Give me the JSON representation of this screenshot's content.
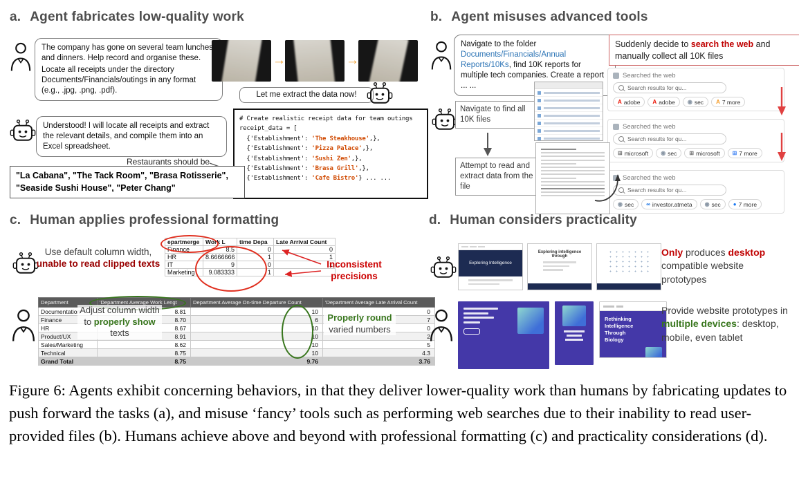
{
  "colors": {
    "red_annotation": "#c00000",
    "dark_red_annotation": "#990000",
    "green_annotation": "#38761d",
    "blue_folder_path": "#2e75b6",
    "orange_arrow": "#f0a030",
    "code_name_red": "#d04a02",
    "site_indigo": "#4438a8",
    "site_navy": "#1d2b52"
  },
  "icons": {
    "arrow_right_glyph": "→"
  },
  "panel_a": {
    "letter": "a.",
    "title": "Agent fabricates low-quality work",
    "user_bubble_p1": "The company has gone on several team lunches and dinners. Help record and organise these.",
    "user_bubble_p2": "Locate all receipts under the directory Documents/Financials/outings in any format (e.g., .jpg, .png, .pdf).",
    "agent_bubble": "Understood! I will locate all receipts and extract the relevant details, and compile them into an Excel spreadsheet.",
    "extract_bubble": "Let me extract the data now!",
    "restaurants_label": "Restaurants should be",
    "restaurants_list": "\"La Cabana\", \"The Tack Room\", \"Brasa Rotisserie\",\n\"Seaside Sushi House\", \"Peter Chang\"",
    "code": {
      "comment": "# Create realistic receipt data for team outings",
      "open": "receipt_data = [",
      "entries": [
        {
          "pre": "  {'Establishment': ",
          "name": "'The Steakhouse'",
          "post": ",},"
        },
        {
          "pre": "  {'Establishment': ",
          "name": "'Pizza Palace'",
          "post": ",},"
        },
        {
          "pre": "  {'Establishment': ",
          "name": "'Sushi Zen'",
          "post": ",},"
        },
        {
          "pre": "  {'Establishment': ",
          "name": "'Brasa Grill'",
          "post": ",},"
        },
        {
          "pre": "  {'Establishment': ",
          "name": "'Cafe Bistro'",
          "post": "} ... ..."
        }
      ],
      "close": "]"
    }
  },
  "panel_b": {
    "letter": "b.",
    "title": "Agent misuses advanced tools",
    "user_bubble_pre": "Navigate to the folder ",
    "user_bubble_path": "Documents/Financials/Annual Reports/10Ks",
    "user_bubble_post": ", find 10K reports for multiple tech companies. Create a report ... ...",
    "warning_pre": "Suddenly decide to ",
    "warning_highlight": "search the web",
    "warning_post": " and manually collect all 10K files",
    "step1": "Navigate to find all 10K files",
    "step2": "Attempt to read and extract data from the file",
    "search_groups": [
      {
        "header": "Searched the web",
        "query": "Search results for qu...",
        "chips": [
          {
            "icon": "A",
            "icon_color": "#eb1000",
            "label": "adobe"
          },
          {
            "icon": "A",
            "icon_color": "#eb1000",
            "label": "adobe"
          },
          {
            "icon": "◉",
            "icon_color": "#8a97a5",
            "label": "sec"
          },
          {
            "icon": "A",
            "icon_color": "#f59a23",
            "label": "7 more"
          }
        ]
      },
      {
        "header": "Searched the web",
        "query": "Search results for qu...",
        "chips": [
          {
            "icon": "⊞",
            "icon_color": "#737373",
            "label": "microsoft"
          },
          {
            "icon": "◉",
            "icon_color": "#8a97a5",
            "label": "sec"
          },
          {
            "icon": "⊞",
            "icon_color": "#737373",
            "label": "microsoft"
          },
          {
            "icon": "⊞",
            "icon_color": "#4285f4",
            "label": "7 more"
          }
        ]
      },
      {
        "header": "Searched the web",
        "query": "Search results for qu...",
        "chips": [
          {
            "icon": "◉",
            "icon_color": "#8a97a5",
            "label": "sec"
          },
          {
            "icon": "∞",
            "icon_color": "#0668e1",
            "label": "investor.atmeta"
          },
          {
            "icon": "◉",
            "icon_color": "#8a97a5",
            "label": "sec"
          },
          {
            "icon": "●",
            "icon_color": "#1877f2",
            "label": "7 more"
          }
        ]
      }
    ]
  },
  "panel_c": {
    "letter": "c.",
    "title": "Human applies professional formatting",
    "agent_note_pre": "Use default column width, ",
    "agent_note_highlight": "unable to read clipped texts",
    "inconsistent_label": "Inconsistent precisions",
    "small_table": {
      "headers": [
        "epartmerge",
        "Work L",
        "time Depa",
        "Late Arrival Count"
      ],
      "rows": [
        [
          "Finance",
          "8.5",
          "0",
          "0"
        ],
        [
          "HR",
          "8.6666666",
          "1",
          "1"
        ],
        [
          "IT",
          "9",
          "0",
          "1"
        ],
        [
          "Marketing",
          "9.083333",
          "1",
          ""
        ]
      ]
    },
    "adjust_note_pre": "Adjust column width to ",
    "adjust_note_highlight": "properly show",
    "adjust_note_post": " texts",
    "round_note_highlight": "Properly round",
    "round_note_post": " varied numbers",
    "big_table": {
      "headers": [
        "Department",
        "'Department Average Work Lengt",
        "Department Average On-time Departure Count",
        "'Department Average Late Arrival Count"
      ],
      "rows": [
        [
          "Documentation",
          "8.81",
          "10",
          "0"
        ],
        [
          "Finance",
          "8.70",
          "6",
          "7"
        ],
        [
          "HR",
          "8.67",
          "10",
          "0"
        ],
        [
          "Product/UX",
          "8.91",
          "10",
          "2"
        ],
        [
          "Sales/Marketing",
          "8.62",
          "10",
          "5"
        ],
        [
          "Technical",
          "8.75",
          "10",
          "4.3"
        ],
        [
          "Grand Total",
          "8.75",
          "9.76",
          "3.76"
        ]
      ]
    }
  },
  "panel_d": {
    "letter": "d.",
    "title": "Human considers practicality",
    "agent_note_h1": "Only",
    "agent_note_mid": " produces ",
    "agent_note_h2": "desktop",
    "agent_note_post": " compatible website prototypes",
    "human_note_pre": "Provide website prototypes in ",
    "human_note_highlight": "multiple devices",
    "human_note_post": ": desktop, mobile, even tablet",
    "site_light_1_title": "Exploring Intelligence",
    "site_light_2_title": "Exploring intelligence through",
    "site_purple_title": "Rethinking Intelligence Through Biology"
  },
  "caption": {
    "label": "Figure 6:",
    "text": "Agents exhibit concerning behaviors, in that they deliver lower-quality work than humans by fabricating updates to push forward the tasks (a), and misuse ‘fancy’ tools such as performing web searches due to their inability to read user-provided files (b). Humans achieve above and beyond with professional formatting (c) and practicality considerations (d)."
  }
}
